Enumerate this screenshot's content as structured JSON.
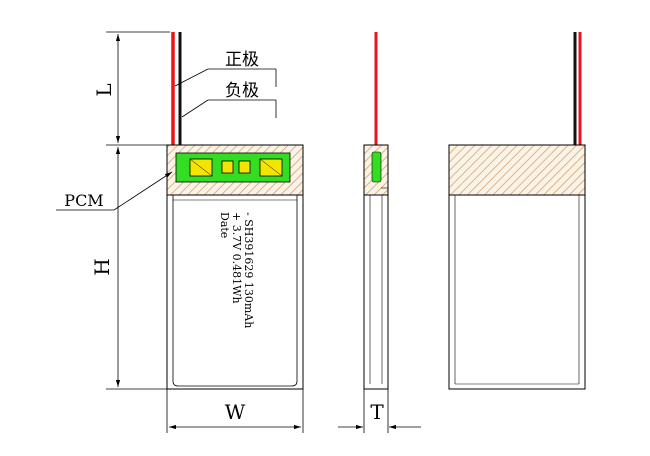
{
  "labels": {
    "L": "L",
    "H": "H",
    "W": "W",
    "T": "T",
    "PCM": "PCM",
    "positive": "正极",
    "negative": "负极"
  },
  "cell_print": {
    "line1": "- SH391629 130mAh",
    "line2": "+ 3.7V 0.481Wh",
    "line3": "Date"
  },
  "colors": {
    "wire_red": "#e8141c",
    "wire_black": "#111111",
    "pcm_green": "#33dd22",
    "pad_yellow": "#f5e400",
    "hatch": "#c8996a",
    "outline": "#000000"
  }
}
